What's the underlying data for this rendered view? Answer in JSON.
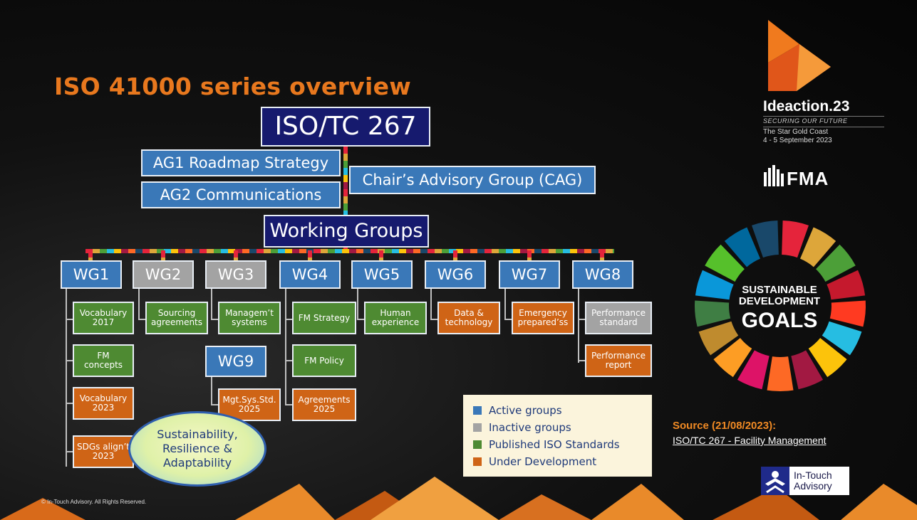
{
  "slide": {
    "title": "ISO 41000 series overview",
    "copyright": "© In-Touch Advisory. All Rights Reserved."
  },
  "org": {
    "root": "ISO/TC 267",
    "ag1": "AG1 Roadmap Strategy",
    "ag2": "AG2 Communications",
    "cag": "Chair’s Advisory Group (CAG)",
    "working_groups": "Working Groups",
    "wg": [
      "WG1",
      "WG2",
      "WG3",
      "WG4",
      "WG5",
      "WG6",
      "WG7",
      "WG8"
    ],
    "wg9": "WG9",
    "standards": {
      "wg1": [
        {
          "l1": "Vocabulary",
          "l2": "2017",
          "status": "published"
        },
        {
          "l1": "FM",
          "l2": "concepts",
          "status": "published"
        },
        {
          "l1": "Vocabulary",
          "l2": "2023",
          "status": "development"
        },
        {
          "l1": "SDGs align’t",
          "l2": "2023",
          "status": "development"
        }
      ],
      "wg2": [
        {
          "l1": "Sourcing",
          "l2": "agreements",
          "status": "published"
        }
      ],
      "wg3": [
        {
          "l1": "Managem’t",
          "l2": "systems",
          "status": "published"
        }
      ],
      "wg9": [
        {
          "l1": "Mgt.Sys.Std.",
          "l2": "2025",
          "status": "development"
        }
      ],
      "wg4": [
        {
          "l1": "FM Strategy",
          "l2": "",
          "status": "published"
        },
        {
          "l1": "FM Policy",
          "l2": "",
          "status": "published"
        },
        {
          "l1": "Agreements",
          "l2": "2025",
          "status": "development"
        }
      ],
      "wg5": [
        {
          "l1": "Human",
          "l2": "experience",
          "status": "published"
        }
      ],
      "wg6": [
        {
          "l1": "Data &",
          "l2": "technology",
          "status": "development"
        }
      ],
      "wg7": [
        {
          "l1": "Emergency",
          "l2": "prepared’ss",
          "status": "development"
        }
      ],
      "wg8": [
        {
          "l1": "Performance",
          "l2": "standard",
          "status": "inactive"
        },
        {
          "l1": "Performance",
          "l2": "report",
          "status": "development"
        }
      ]
    },
    "ellipse": [
      "Sustainability,",
      "Resilience &",
      "Adaptability"
    ]
  },
  "legend": {
    "items": [
      {
        "label": "Active groups",
        "color": "#3a78b8"
      },
      {
        "label": "Inactive groups",
        "color": "#a3a3a3"
      },
      {
        "label": "Published ISO Standards",
        "color": "#4e8a32"
      },
      {
        "label": "Under Development",
        "color": "#cf6416"
      }
    ]
  },
  "source": {
    "label": "Source (21/08/2023):",
    "link_text": "ISO/TC 267 - Facility Management"
  },
  "event": {
    "name": "Ideaction.23",
    "tagline": "SECURING OUR FUTURE",
    "venue": "The Star Gold Coast",
    "date": "4 - 5 September 2023"
  },
  "fma_logo": "FMA",
  "sdg": {
    "line1": "SUSTAINABLE",
    "line2": "DEVELOPMENT",
    "goals": "GOALS"
  },
  "ita_logo": {
    "line1": "In-Touch",
    "line2": "Advisory"
  }
}
